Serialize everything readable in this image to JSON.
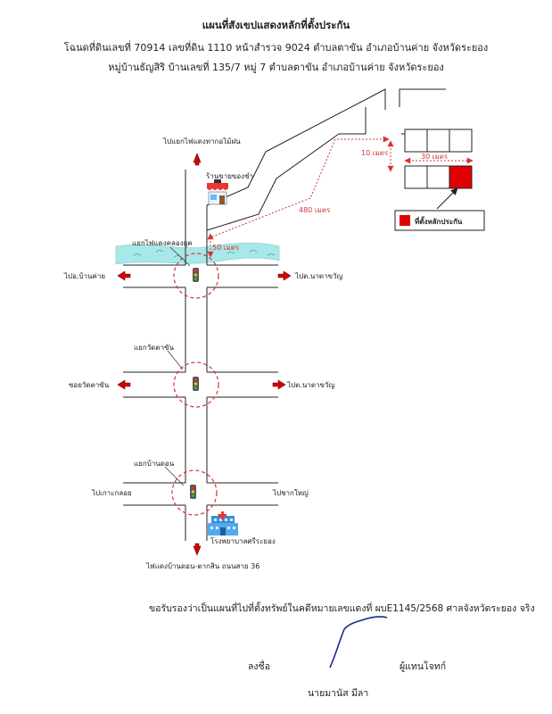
{
  "header": {
    "title": "แผนที่สังเขปแสดงหลักที่ตั้งประกัน",
    "line2": "โฉนดที่ดินเลขที่ 70914  เลขที่ดิน 1110  หน้าสำรวจ 9024  ตำบลตาขัน   อำเภอบ้านค่าย  จังหวัดระยอง",
    "line3": "หมู่บ้านธัญสิริ  บ้านเลขที่ 135/7 หมู่ 7 ตำบลตาขัน   อำเภอบ้านค่าย  จังหวัดระยอง"
  },
  "map": {
    "labels": {
      "north_road": "ไปแยกไฟแดงทากอไม้ฝน",
      "shop": "ร้านขายของชำ",
      "distance_480": "480 เมตร",
      "distance_50": "50 เมตร",
      "distance_10": "10 เมตร",
      "distance_30": "30 เมตร",
      "legend": "ที่ตั้งหลักประกัน",
      "junction1_name": "แยกไฟแดงคลองยุค",
      "junction1_left": "ไปอ.บ้านค่าย",
      "junction1_right": "ไปต.นาตาขวัญ",
      "junction2_name": "แยกวัดตาขัน",
      "junction2_left": "ซอยวัดตาขัน",
      "junction2_right": "ไปต.นาตาขวัญ",
      "junction3_name": "แยกบ้านดอน",
      "junction3_left": "ไปเกาะกลอย",
      "junction3_right": "ไปชากใหญ่",
      "hospital": "โรงพยาบาลศรีระยอง",
      "south_road": "ไฟแดงบ้านดอน-ตากสิน ถนนสาย 36"
    },
    "colors": {
      "road": "#222222",
      "arrow": "#d40000",
      "dashed": "#d33333",
      "river": "#8fe0e0",
      "collateral": "#e10000"
    }
  },
  "footer": {
    "certify": "ขอรับรองว่าเป็นแผนที่ไปที่ตั้งทรัพย์ในคดีหมายเลขแดงที่ ผบE1145/2568 ศาลจังหวัดระยอง จริง",
    "sign_label": "ลงชื่อ",
    "role": "ผู้แทนโจทก์",
    "name": "นายมานัส   มีลา"
  }
}
